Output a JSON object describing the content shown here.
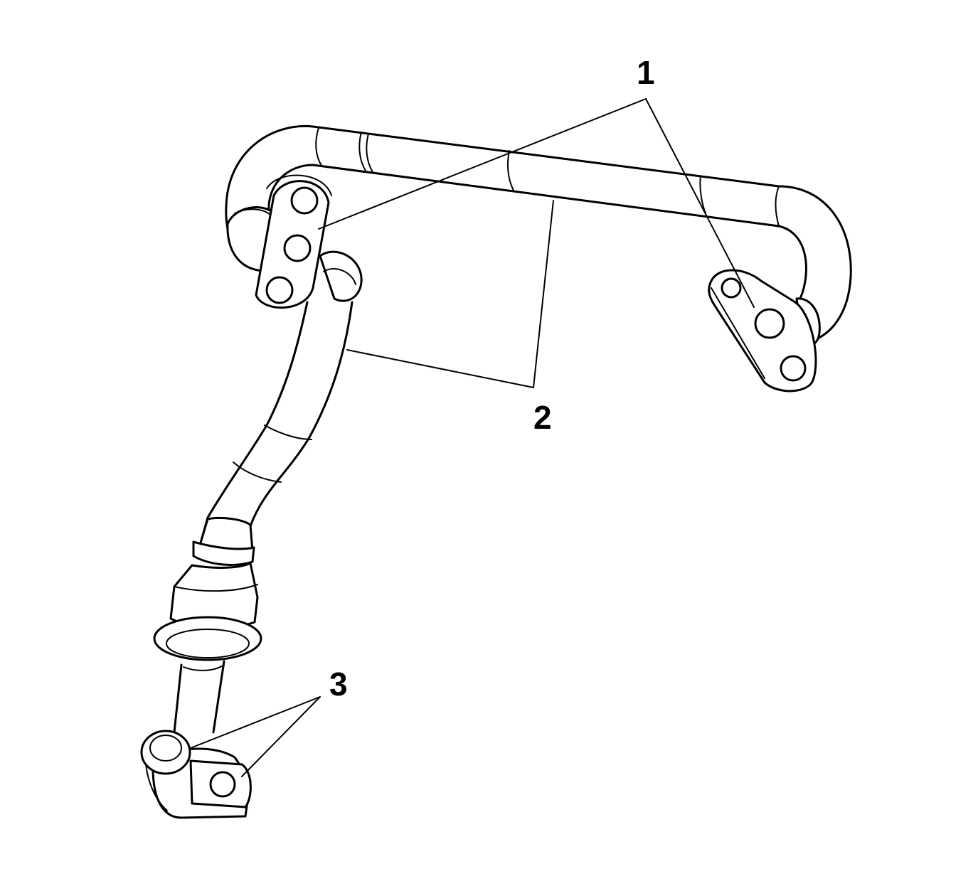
{
  "diagram": {
    "callouts": [
      {
        "id": "callout-1",
        "label": "1"
      },
      {
        "id": "callout-2",
        "label": "2"
      },
      {
        "id": "callout-3",
        "label": "3"
      }
    ]
  }
}
